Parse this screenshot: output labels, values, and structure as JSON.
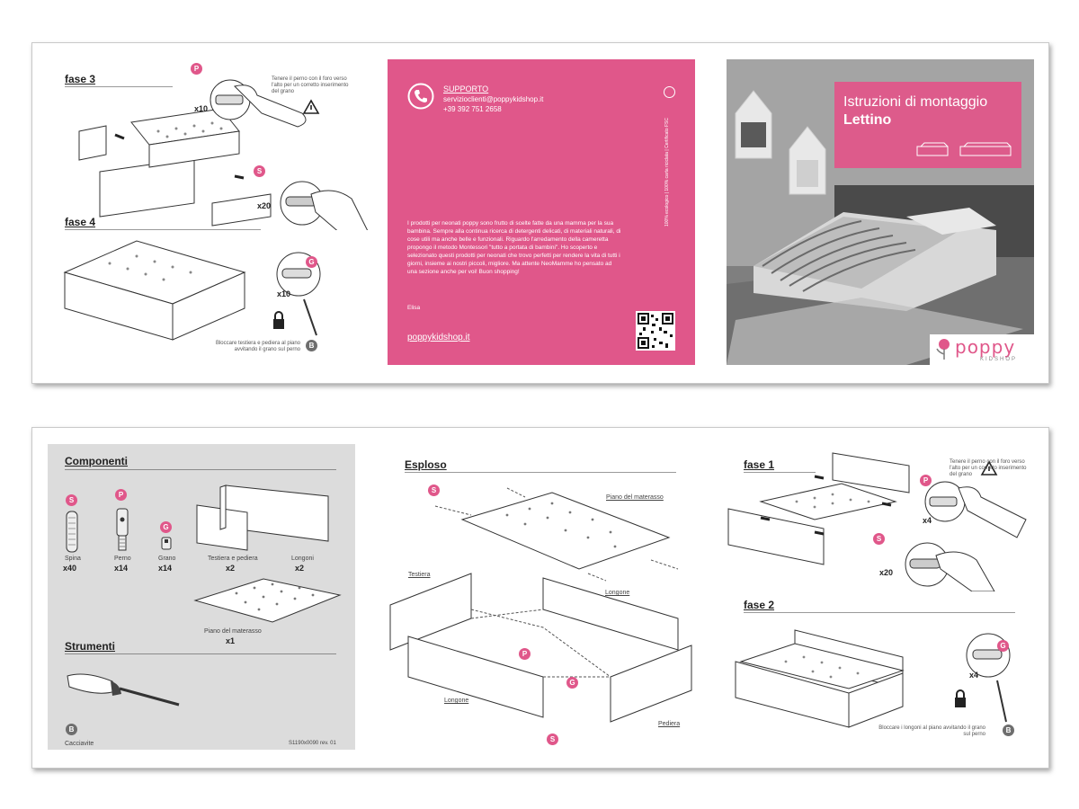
{
  "top_sheet": {
    "fase3": {
      "title": "fase 3",
      "badge_p": "P",
      "badge_s": "S",
      "qty_p": "x10",
      "qty_s": "x20",
      "warning": "Tenere il perno con il foro verso l'alto per un corretto inserimento del grano"
    },
    "fase4": {
      "title": "fase 4",
      "badge_g": "G",
      "badge_b": "B",
      "qty_g": "x10",
      "lock_note": "Bloccare testiera e pediera al piano avvitando il grano sul perno"
    },
    "pink_panel": {
      "support_title": "SUPPORTO",
      "email": "servizioclienti@poppykidshop.it",
      "phone": "+39 392 751 2658",
      "intro": "I prodotti per neonati poppy sono frutto di scelte fatte da una mamma per la sua bambina. Sempre alla continua ricerca di detergenti delicati, di materiali naturali, di cose utili ma anche belle e funzionali. Riguardo l'arredamento della cameretta propongo il metodo Montessori \"tutto a portata di bambini\". Ho scoperto e selezionato questi prodotti per neonati che trovo perfetti per rendere la vita di tutti i giorni, insieme ai nostri piccoli, migliore. Ma attente NeoMamme ho pensato ad una sezione anche per voi! Buon shopping!",
      "signature": "Elisa",
      "website": "poppykidshop.it",
      "vertical_note": "100% ecologico | 100% carta riciclata | Certificato FSC"
    },
    "cover": {
      "title_line1": "Istruzioni di montaggio",
      "title_line2": "Lettino",
      "brand": "poppy",
      "brand_sub": "KIDSHOP"
    }
  },
  "bottom_sheet": {
    "components": {
      "title": "Componenti",
      "items": [
        {
          "badge": "S",
          "name": "Spina",
          "qty": "x40"
        },
        {
          "badge": "P",
          "name": "Perno",
          "qty": "x14"
        },
        {
          "badge": "G",
          "name": "Grano",
          "qty": "x14"
        },
        {
          "name": "Testiera e pediera",
          "qty": "x2"
        },
        {
          "name": "Longoni",
          "qty": "x2"
        },
        {
          "name": "Piano del materasso",
          "qty": "x1"
        }
      ]
    },
    "tools": {
      "title": "Strumenti",
      "badge": "B",
      "name": "Cacciavite"
    },
    "code": "S1190x0090  rev. 01",
    "exploded": {
      "title": "Esploso",
      "labels": {
        "mattress": "Piano del materasso",
        "headboard": "Testiera",
        "rail_right": "Longone",
        "rail_left": "Longone",
        "footboard": "Pediera"
      },
      "badges": [
        "S",
        "P",
        "G",
        "S"
      ]
    },
    "fase1": {
      "title": "fase 1",
      "badge_p": "P",
      "badge_s": "S",
      "qty_p": "x4",
      "qty_s": "x20",
      "warning": "Tenere il perno con il foro verso l'alto per un corretto inserimento del grano"
    },
    "fase2": {
      "title": "fase 2",
      "badge_g": "G",
      "badge_b": "B",
      "qty_g": "x4",
      "lock_note": "Bloccare i longoni al piano avvitando il grano sul perno"
    }
  },
  "colors": {
    "brand_pink": "#e0578a",
    "panel_grey": "#dcdcdc"
  }
}
